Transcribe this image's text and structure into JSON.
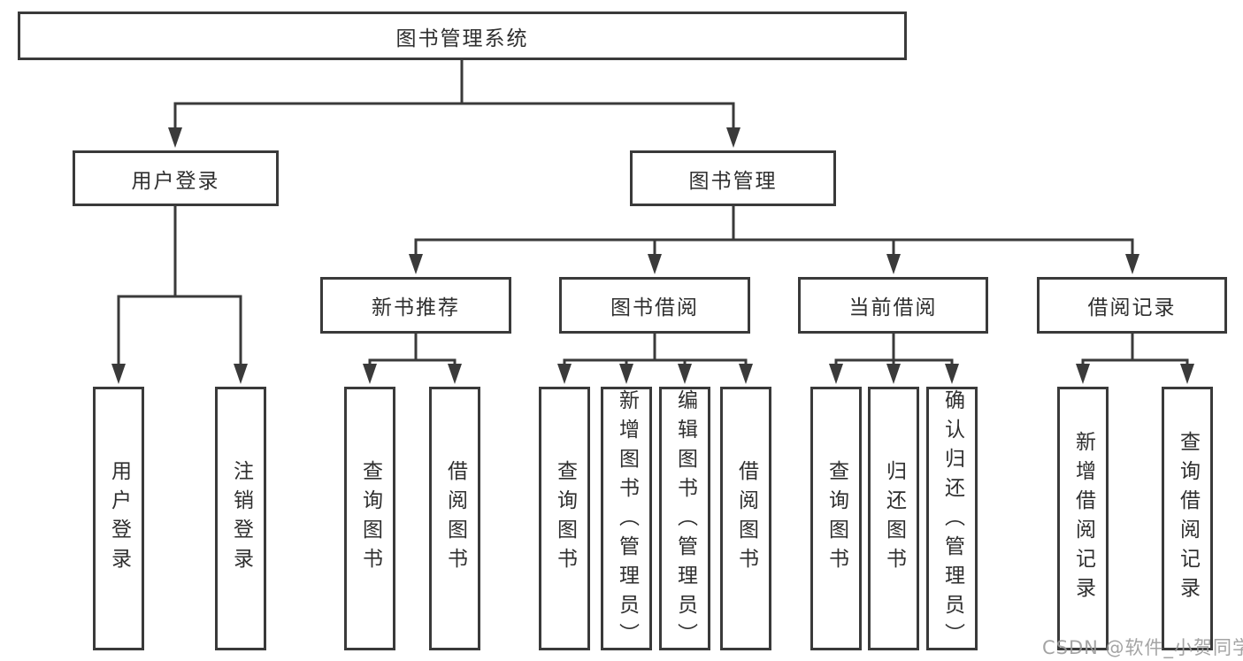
{
  "diagram": {
    "root": {
      "label": "图书管理系统"
    },
    "branches": [
      {
        "label": "用户登录",
        "children": [
          {
            "label": "用户登录"
          },
          {
            "label": "注销登录"
          }
        ]
      },
      {
        "label": "图书管理",
        "children": [
          {
            "label": "新书推荐",
            "children": [
              {
                "label": "查询图书"
              },
              {
                "label": "借阅图书"
              }
            ]
          },
          {
            "label": "图书借阅",
            "children": [
              {
                "label": "查询图书"
              },
              {
                "label": "新增图书（管理员）"
              },
              {
                "label": "编辑图书（管理员）"
              },
              {
                "label": "借阅图书"
              }
            ]
          },
          {
            "label": "当前借阅",
            "children": [
              {
                "label": "查询图书"
              },
              {
                "label": "归还图书"
              },
              {
                "label": "确认归还（管理员）"
              }
            ]
          },
          {
            "label": "借阅记录",
            "children": [
              {
                "label": "新增借阅记录"
              },
              {
                "label": "查询借阅记录"
              }
            ]
          }
        ]
      }
    ]
  },
  "watermark": {
    "text": "CSDN @软件_小贺同学"
  },
  "colors": {
    "line": "#3a3a3a",
    "text": "#2f2f2f",
    "box_background": "#ffffff",
    "page_background": "#ffffff",
    "watermark": "#9b9b9b"
  }
}
